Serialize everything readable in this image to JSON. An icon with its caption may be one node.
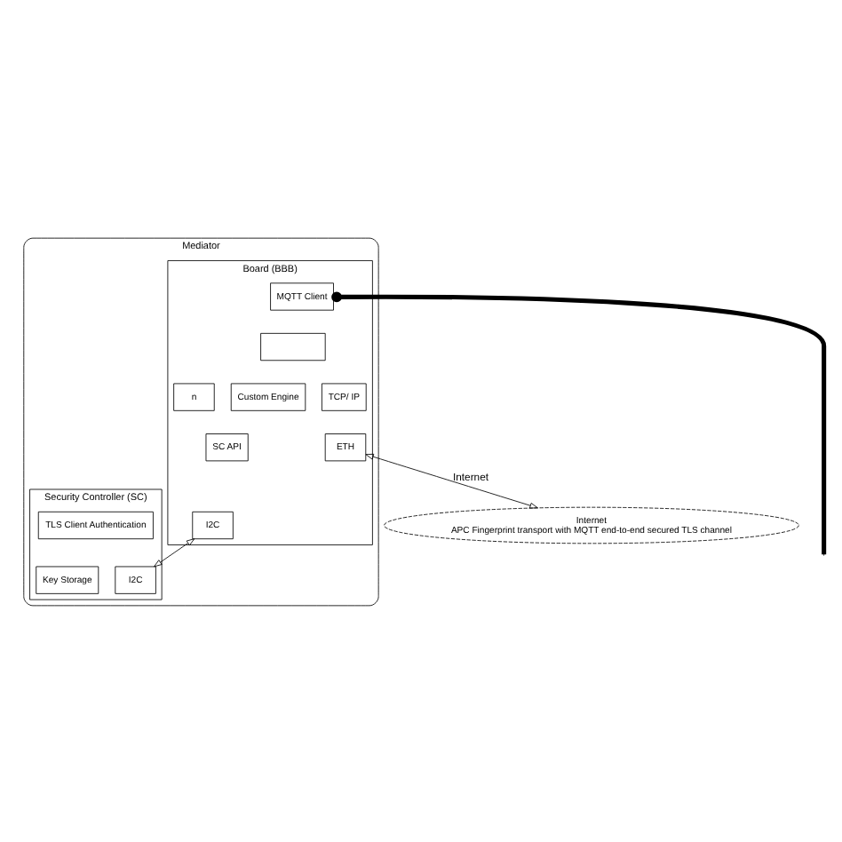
{
  "diagram": {
    "nodes": [
      {
        "text": [
          "Mediator"
        ]
      },
      {
        "text": [
          "Board (BBB)"
        ],
        "in": 0
      },
      {
        "text": [
          "MQTT Client"
        ],
        "in": 1
      },
      {
        "text": [],
        "shape": "box",
        "in": 1
      },
      {
        "text": [
          "n"
        ],
        "in": 1
      },
      {
        "text": [
          "TCP/ IP"
        ],
        "in": 1
      },
      {
        "text": [
          "Custom Engine"
        ],
        "in": 1
      },
      {
        "text": [
          "SC API"
        ],
        "in": 1
      },
      {
        "text": [
          "ETH"
        ],
        "in": 1
      },
      {
        "text": [
          "I2C"
        ],
        "in": 1
      },
      {
        "text": [
          "Security Controller (SC)"
        ],
        "in": 0
      },
      {
        "text": [
          "TLS Client Authentication"
        ],
        "in": 10
      },
      {
        "text": [
          "Key Storage"
        ],
        "in": 10
      },
      {
        "text": [
          "I2C"
        ],
        "in": 10
      },
      {
        "text": [
          "Internet",
          "APC Fingerprint transport with MQTT end-to-end secured TLS channel"
        ]
      }
    ],
    "edges": [
      {
        "from": 9,
        "to": 13,
        "arrow": "both"
      },
      {
        "from": 8,
        "to": 14,
        "arrow": "both",
        "label": "Internet"
      },
      {
        "from": 2,
        "to": null,
        "arrow": "other",
        "style": "thick"
      }
    ]
  }
}
